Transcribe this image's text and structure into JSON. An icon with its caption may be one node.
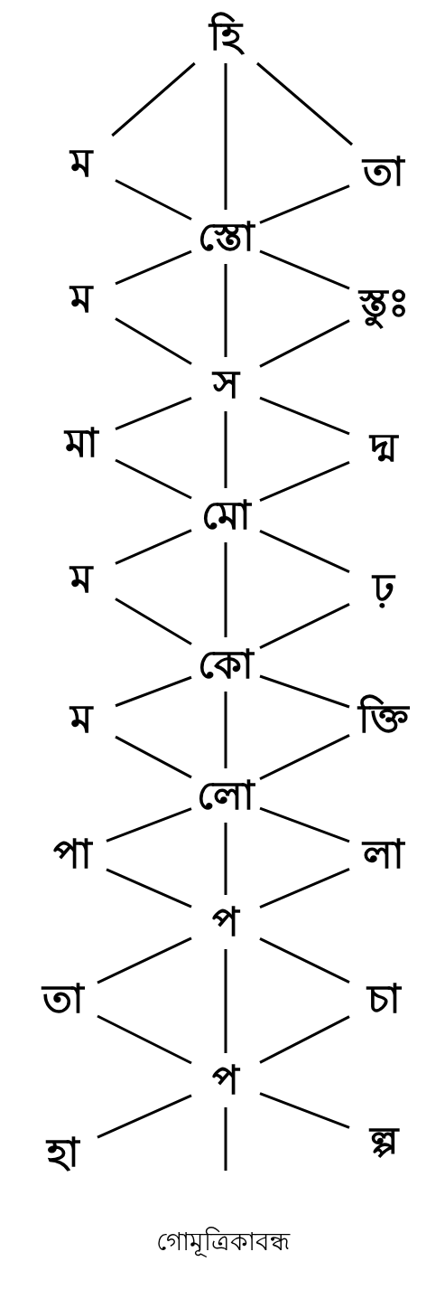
{
  "diagram": {
    "caption": "গোমূত্রিকাবন্ধ",
    "nodes": [
      {
        "text": [
          "হি"
        ]
      },
      {
        "text": [
          "ম"
        ]
      },
      {
        "text": [
          "তা"
        ]
      },
      {
        "text": [
          "স্তো"
        ]
      },
      {
        "text": [
          "ম"
        ]
      },
      {
        "text": [
          "স্তুঃ"
        ]
      },
      {
        "text": [
          "স"
        ]
      },
      {
        "text": [
          "মা"
        ]
      },
      {
        "text": [
          "দ্ম"
        ]
      },
      {
        "text": [
          "মো"
        ]
      },
      {
        "text": [
          "ম"
        ]
      },
      {
        "text": [
          "ঢ়"
        ]
      },
      {
        "text": [
          "কো"
        ]
      },
      {
        "text": [
          "ম"
        ]
      },
      {
        "text": [
          "ক্তি"
        ]
      },
      {
        "text": [
          "লো"
        ]
      },
      {
        "text": [
          "পা"
        ]
      },
      {
        "text": [
          "লা"
        ]
      },
      {
        "text": [
          "প"
        ]
      },
      {
        "text": [
          "তা"
        ]
      },
      {
        "text": [
          "চা"
        ]
      },
      {
        "text": [
          "প"
        ]
      },
      {
        "text": [
          "হা"
        ]
      },
      {
        "text": [
          "ল্প"
        ]
      }
    ],
    "edges": [
      {
        "from": 0,
        "to": 1,
        "arrow": "none"
      },
      {
        "from": 0,
        "to": 2,
        "arrow": "none"
      },
      {
        "from": 0,
        "to": 3,
        "arrow": "none"
      },
      {
        "from": 1,
        "to": 3,
        "arrow": "none"
      },
      {
        "from": 2,
        "to": 3,
        "arrow": "none"
      },
      {
        "from": 3,
        "to": 4,
        "arrow": "none"
      },
      {
        "from": 3,
        "to": 5,
        "arrow": "none"
      },
      {
        "from": 3,
        "to": 6,
        "arrow": "none"
      },
      {
        "from": 4,
        "to": 6,
        "arrow": "none"
      },
      {
        "from": 5,
        "to": 6,
        "arrow": "none"
      },
      {
        "from": 6,
        "to": 7,
        "arrow": "none"
      },
      {
        "from": 6,
        "to": 8,
        "arrow": "none"
      },
      {
        "from": 6,
        "to": 9,
        "arrow": "none"
      },
      {
        "from": 7,
        "to": 9,
        "arrow": "none"
      },
      {
        "from": 8,
        "to": 9,
        "arrow": "none"
      },
      {
        "from": 9,
        "to": 10,
        "arrow": "none"
      },
      {
        "from": 9,
        "to": 11,
        "arrow": "none"
      },
      {
        "from": 9,
        "to": 12,
        "arrow": "none"
      },
      {
        "from": 10,
        "to": 12,
        "arrow": "none"
      },
      {
        "from": 11,
        "to": 12,
        "arrow": "none"
      },
      {
        "from": 12,
        "to": 13,
        "arrow": "none"
      },
      {
        "from": 12,
        "to": 14,
        "arrow": "none"
      },
      {
        "from": 12,
        "to": 15,
        "arrow": "none"
      },
      {
        "from": 13,
        "to": 15,
        "arrow": "none"
      },
      {
        "from": 14,
        "to": 15,
        "arrow": "none"
      },
      {
        "from": 15,
        "to": 16,
        "arrow": "none"
      },
      {
        "from": 15,
        "to": 17,
        "arrow": "none"
      },
      {
        "from": 15,
        "to": 18,
        "arrow": "none"
      },
      {
        "from": 16,
        "to": 18,
        "arrow": "none"
      },
      {
        "from": 17,
        "to": 18,
        "arrow": "none"
      },
      {
        "from": 18,
        "to": 19,
        "arrow": "none"
      },
      {
        "from": 18,
        "to": 20,
        "arrow": "none"
      },
      {
        "from": 18,
        "to": 21,
        "arrow": "none"
      },
      {
        "from": 19,
        "to": 21,
        "arrow": "none"
      },
      {
        "from": 20,
        "to": 21,
        "arrow": "none"
      },
      {
        "from": 21,
        "to": 22,
        "arrow": "none"
      },
      {
        "from": 21,
        "to": 23,
        "arrow": "none"
      },
      {
        "from": 21,
        "to": null,
        "arrow": "none"
      }
    ]
  }
}
